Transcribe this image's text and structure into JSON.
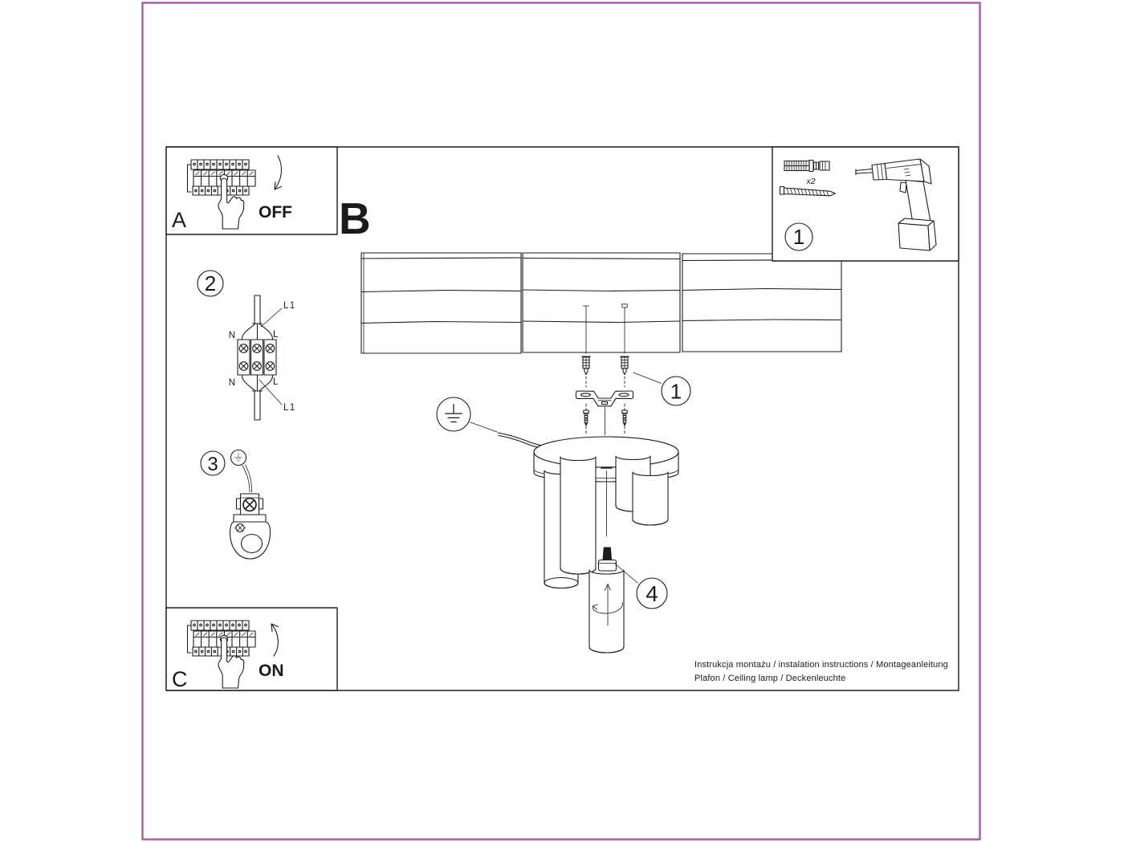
{
  "page": {
    "background": "#ffffff",
    "frame_color": "#a55ba5",
    "ink_color": "#1c1c1c"
  },
  "panels": {
    "a": {
      "label": "A",
      "action": "OFF"
    },
    "b": {
      "label": "B"
    },
    "c": {
      "label": "C",
      "action": "ON"
    },
    "tools": {
      "callout": "1",
      "screw_quantity": "x2"
    }
  },
  "callouts": {
    "bracket": "1",
    "wiring": "2",
    "ground": "3",
    "bulb": "4"
  },
  "wiring_labels": {
    "l1_top": "L1",
    "n_top": "N",
    "l_top": "L",
    "n_bottom": "N",
    "l_bottom": "L",
    "l1_bottom": "L1"
  },
  "footer": {
    "line1": "Instrukcja montażu / instalation instructions / Montageanleitung",
    "line2": "Plafon / Ceiling lamp / Deckenleuchte"
  }
}
